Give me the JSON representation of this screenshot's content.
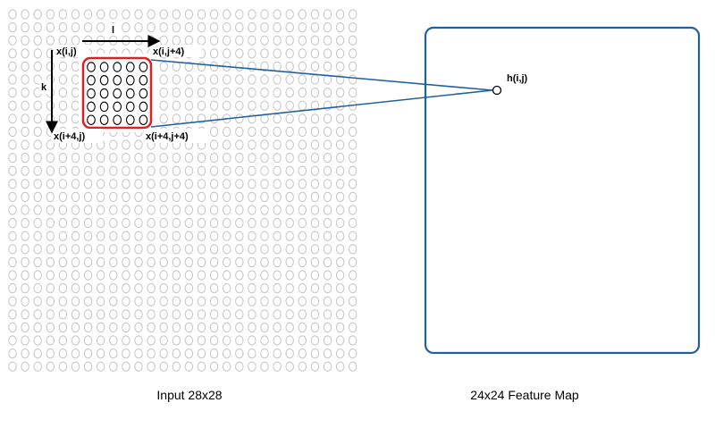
{
  "input_grid": {
    "caption": "Input 28x28",
    "rows": 28,
    "cols": 28
  },
  "kernel": {
    "rows": 5,
    "cols": 5,
    "color": "#e02020",
    "corner_labels": {
      "top_left": "x(i,j)",
      "top_right": "x(i,j+4)",
      "bottom_left": "x(i+4,j)",
      "bottom_right": "x(i+4,j+4)"
    },
    "axis_labels": {
      "horizontal": "l",
      "vertical": "k"
    }
  },
  "feature_map": {
    "caption": "24x24 Feature Map",
    "neuron_label": "h(i,j)",
    "border_color": "#2160a0"
  },
  "connection_color": "#2160a0"
}
